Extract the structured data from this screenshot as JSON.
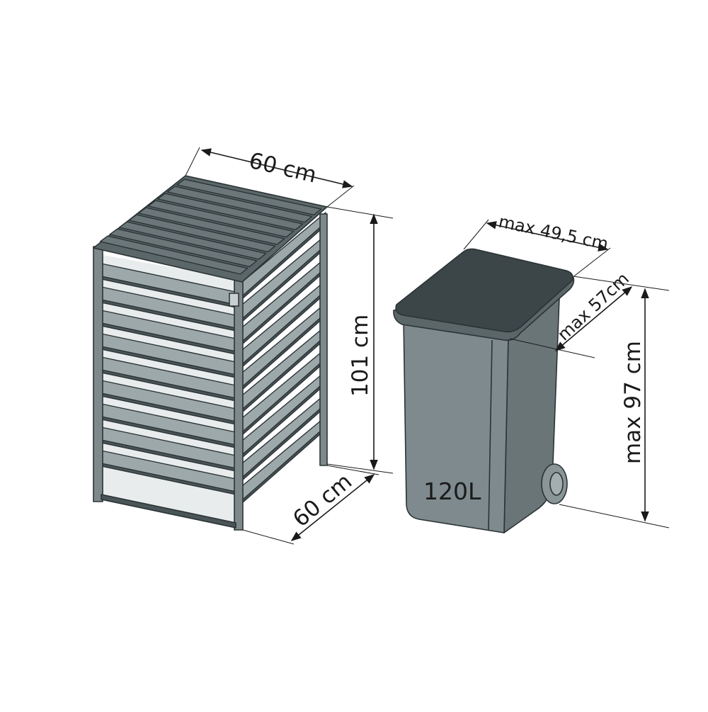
{
  "enclosure": {
    "dimensions": {
      "top_width": "60 cm",
      "height": "101 cm",
      "depth": "60 cm"
    }
  },
  "bin": {
    "capacity_label": "120L",
    "dimensions": {
      "width": "max 49,5 cm",
      "depth": "max 57cm",
      "height": "max 97 cm"
    }
  },
  "colors": {
    "slat_top": "#9da8aa",
    "slat_dark": "#4a5558",
    "frame": "#7e898c",
    "lid": "#3c4548",
    "bin_body": "#7e8a8d",
    "bin_side": "#6a7578",
    "outline": "#2b3336"
  }
}
